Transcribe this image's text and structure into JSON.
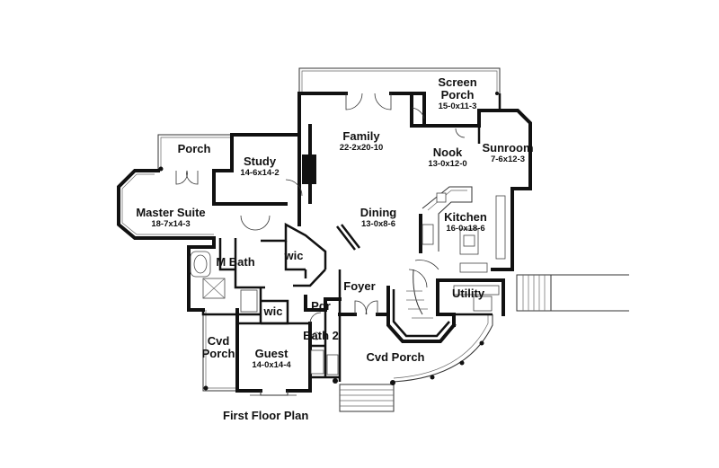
{
  "caption": "First Floor Plan",
  "rooms": [
    {
      "name": "Screen",
      "name2": "Porch",
      "dim": "15-0x11-3"
    },
    {
      "name": "Porch",
      "dim": ""
    },
    {
      "name": "Study",
      "dim": "14-6x14-2"
    },
    {
      "name": "Family",
      "dim": "22-2x20-10"
    },
    {
      "name": "Nook",
      "dim": "13-0x12-0"
    },
    {
      "name": "Sunroom",
      "dim": "7-6x12-3"
    },
    {
      "name": "Master Suite",
      "dim": "18-7x14-3"
    },
    {
      "name": "Dining",
      "dim": "13-0x8-6"
    },
    {
      "name": "Kitchen",
      "dim": "16-0x18-6"
    },
    {
      "name": "M Bath",
      "dim": ""
    },
    {
      "name": "wic",
      "dim": ""
    },
    {
      "name": "Foyer",
      "dim": ""
    },
    {
      "name": "Utility",
      "dim": ""
    },
    {
      "name": "wic",
      "dim": ""
    },
    {
      "name": "Pdr",
      "dim": ""
    },
    {
      "name": "Cvd",
      "name2": "Porch",
      "dim": ""
    },
    {
      "name": "Guest",
      "dim": "14-0x14-4"
    },
    {
      "name": "Bath 2",
      "dim": ""
    },
    {
      "name": "Cvd Porch",
      "dim": ""
    }
  ]
}
